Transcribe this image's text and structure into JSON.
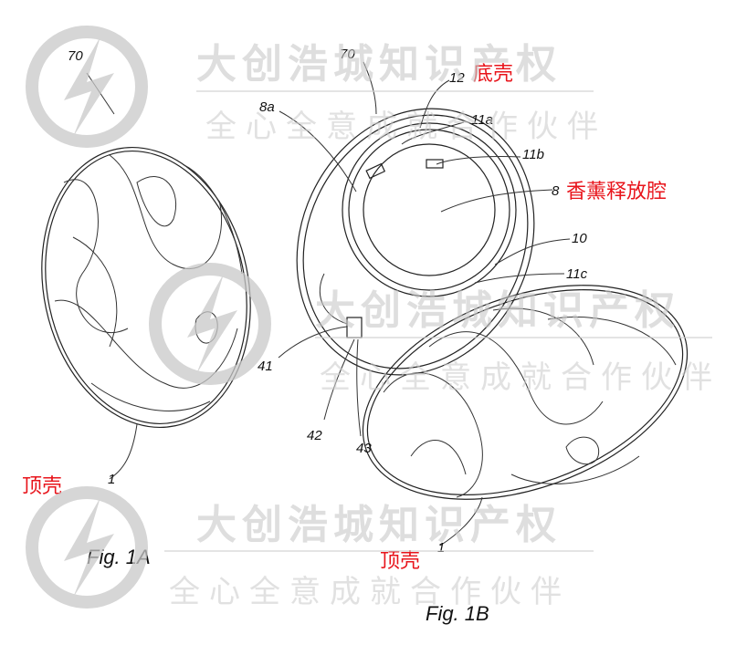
{
  "figures": {
    "fig_1a": {
      "caption": "Fig. 1A",
      "refs": {
        "ref_70": "70",
        "ref_1": "1"
      },
      "annotation": "顶壳"
    },
    "fig_1b": {
      "caption": "Fig. 1B",
      "refs": {
        "ref_70": "70",
        "ref_12": "12",
        "ref_8a": "8a",
        "ref_11a": "11a",
        "ref_11b": "11b",
        "ref_8": "8",
        "ref_10": "10",
        "ref_11c": "11c",
        "ref_41": "41",
        "ref_42": "42",
        "ref_43": "43",
        "ref_1": "1"
      },
      "annotations": {
        "bottom_shell": "底壳",
        "aroma_chamber": "香薰释放腔",
        "top_shell": "顶壳"
      }
    }
  },
  "watermark": {
    "company": "大创浩城知识产权",
    "slogan": "全心全意成就合作伙伴"
  },
  "colors": {
    "annotation": "#e8141b",
    "watermark": "#c8c8c8"
  }
}
